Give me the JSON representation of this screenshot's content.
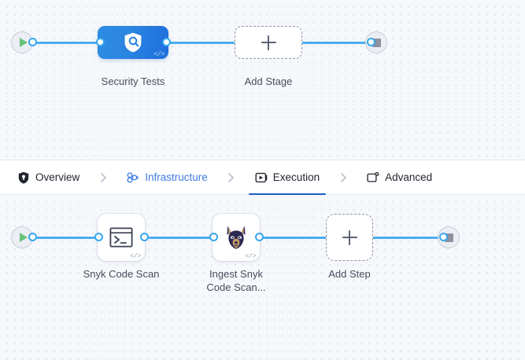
{
  "tabs": [
    {
      "id": "overview",
      "label": "Overview",
      "icon": "shield-icon",
      "active": false,
      "accent": "dark"
    },
    {
      "id": "infrastructure",
      "label": "Infrastructure",
      "icon": "cluster-nodes-icon",
      "active": false,
      "accent": "blue"
    },
    {
      "id": "execution",
      "label": "Execution",
      "icon": "play-box-icon",
      "active": true,
      "accent": "dark"
    },
    {
      "id": "advanced",
      "label": "Advanced",
      "icon": "settings-box-icon",
      "active": false,
      "accent": "dark"
    }
  ],
  "tab_separator": "chevron-right-icon",
  "stages_canvas": {
    "start_node": {
      "name": "pipeline-start",
      "icon": "play-icon"
    },
    "end_node": {
      "name": "pipeline-end",
      "icon": "stop-icon"
    },
    "stage": {
      "label": "Security Tests",
      "icon": "shield-search-icon",
      "badge": "</>"
    },
    "add_stage": {
      "label": "Add Stage",
      "icon": "plus-icon"
    }
  },
  "steps_canvas": {
    "start_node": {
      "name": "execution-start",
      "icon": "play-icon"
    },
    "end_node": {
      "name": "execution-end",
      "icon": "stop-icon"
    },
    "steps": [
      {
        "label": "Snyk Code Scan",
        "icon": "terminal-icon",
        "badge": "</>"
      },
      {
        "label": "Ingest Snyk\nCode Scan...",
        "label_line1": "Ingest Snyk",
        "label_line2": "Code Scan...",
        "icon": "snyk-dog-icon",
        "badge": "</>"
      }
    ],
    "add_step": {
      "label": "Add Step",
      "icon": "plus-icon"
    }
  },
  "colors": {
    "wire": "#4cadf0",
    "port_border": "#38a6ee",
    "stage_gradient_from": "#2d8ce2",
    "stage_gradient_to": "#1f6ddd",
    "active_tab_underline": "#1c5cc4",
    "infrastructure_text": "#3c7ddf",
    "play_green": "#69c27c",
    "stop_gray": "#8b91a0",
    "canvas_bg": "#f6f8fb",
    "grid_dot": "#dde3ec"
  }
}
